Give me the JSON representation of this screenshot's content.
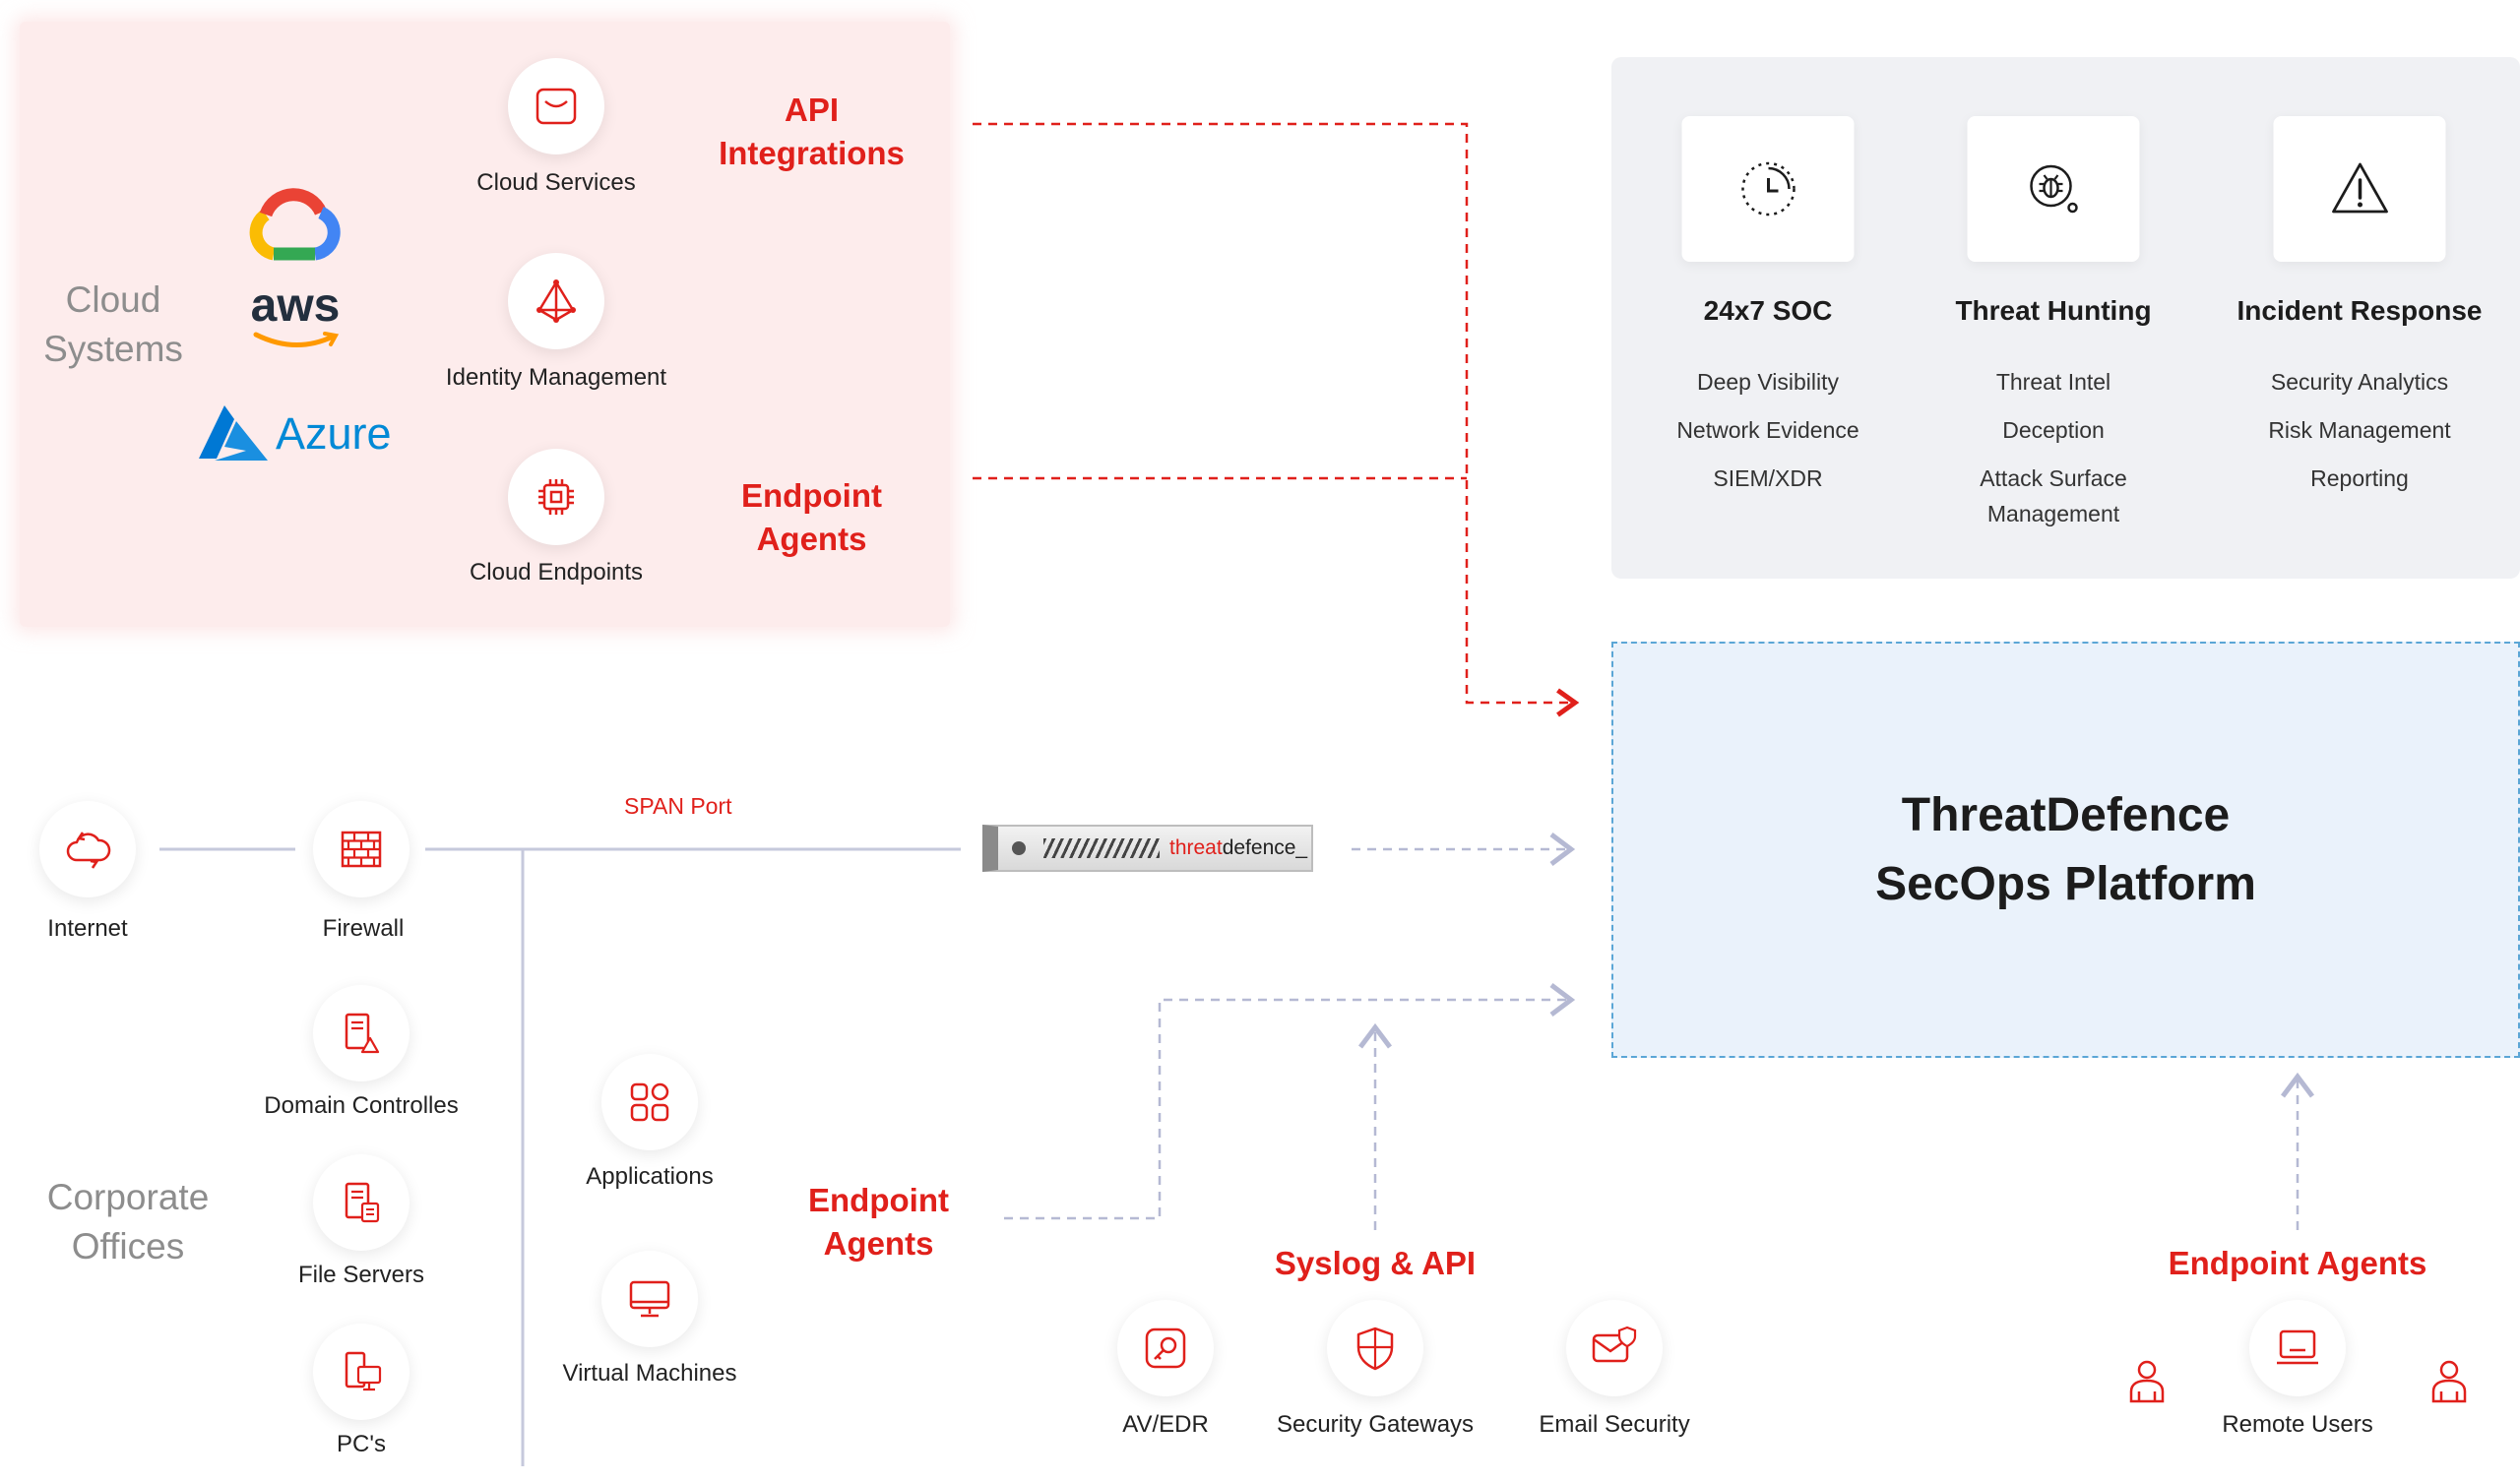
{
  "cloud_panel": {
    "title_line1": "Cloud",
    "title_line2": "Systems",
    "logos": {
      "google_cloud": "google-cloud-logo",
      "aws": "aws",
      "azure": "Azure"
    },
    "nodes": [
      {
        "label": "Cloud Services",
        "icon": "mail-window-icon"
      },
      {
        "label": "Identity Management",
        "icon": "network-triangle-icon"
      },
      {
        "label": "Cloud Endpoints",
        "icon": "chip-icon"
      }
    ],
    "api_line1": "API",
    "api_line2": "Integrations",
    "endpoint_line1": "Endpoint",
    "endpoint_line2": "Agents"
  },
  "ops_panel": {
    "columns": [
      {
        "title": "24x7 SOC",
        "icon": "clock-icon",
        "items": [
          "Deep Visibility",
          "Network Evidence",
          "SIEM/XDR"
        ]
      },
      {
        "title": "Threat Hunting",
        "icon": "bug-search-icon",
        "items": [
          "Threat Intel",
          "Deception",
          "Attack Surface",
          "Management"
        ]
      },
      {
        "title": "Incident Response",
        "icon": "warning-icon",
        "items": [
          "Security Analytics",
          "Risk Management",
          "Reporting"
        ]
      }
    ]
  },
  "platform": {
    "line1": "ThreatDefence",
    "line2": "SecOps Platform"
  },
  "network": {
    "span_port": "SPAN Port",
    "appliance_brand_red": "threat",
    "appliance_brand_dark": "defence_",
    "internet": "Internet",
    "firewall": "Firewall",
    "domain_controllers": "Domain Controlles",
    "file_servers": "File Servers",
    "pcs": "PC's",
    "applications": "Applications",
    "virtual_machines": "Virtual Machines",
    "corporate_line1": "Corporate",
    "corporate_line2": "Offices",
    "endpoint_line1": "Endpoint",
    "endpoint_line2": "Agents"
  },
  "syslog": {
    "title": "Syslog & API",
    "items": [
      "AV/EDR",
      "Security Gateways",
      "Email Security"
    ]
  },
  "remote": {
    "title": "Endpoint Agents",
    "label": "Remote Users"
  },
  "colors": {
    "accent_red": "#e0201b",
    "panel_pink": "#fdecec",
    "panel_grey": "#f0f1f4",
    "platform_blue": "#eaf2fb",
    "platform_border": "#5ba6d6",
    "muted_text": "#8d8d8d"
  }
}
